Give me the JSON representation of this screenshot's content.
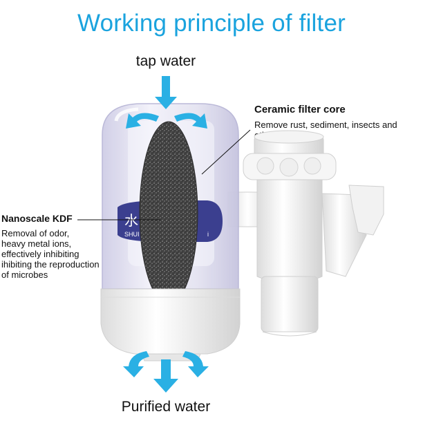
{
  "title": "Working principle of filter",
  "labels": {
    "tap_water": "tap water",
    "purified_water": "Purified water",
    "ceramic_title": "Ceramic filter core",
    "ceramic_desc": [
      "Remove rust, sediment, insects and",
      "other impurities"
    ],
    "kdf_title": "Nanoscale KDF",
    "kdf_desc": [
      "Removal of odor,",
      "heavy metal ions,",
      "effectively inhibiting",
      "ihibiting the reproduction",
      "of microbes"
    ]
  },
  "product_label": {
    "brand_chars": "水 力",
    "brand_text": "SHUI L",
    "brand_tail": "i"
  },
  "colors": {
    "accent": "#1aa3de",
    "arrow": "#2ab0e4",
    "text": "#111111",
    "housing": "#e9e8f3",
    "filter_core": "#4a4a4a",
    "label_band": "#3b3f8f"
  }
}
